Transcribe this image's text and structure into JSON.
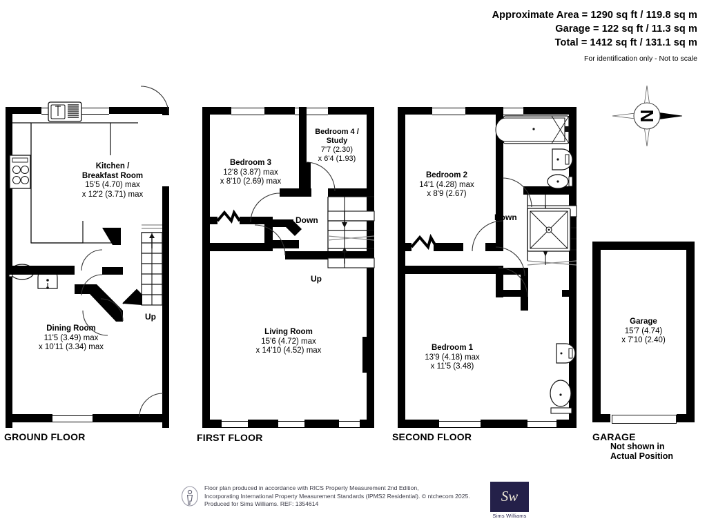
{
  "header": {
    "approx_area": "Approximate Area = 1290 sq ft / 119.8 sq m",
    "garage_area": "Garage = 122 sq ft / 11.3 sq m",
    "total_area": "Total = 1412 sq ft / 131.1 sq m",
    "disclaimer": "For identification only - Not to scale"
  },
  "compass": {
    "label": "N"
  },
  "floors": [
    {
      "id": "ground",
      "label": "GROUND FLOOR",
      "rooms": [
        {
          "name": "Kitchen /",
          "name2": "Breakfast Room",
          "dim1": "15'5 (4.70) max",
          "dim2": "x 12'2 (3.71) max"
        },
        {
          "name": "Dining Room",
          "dim1": "11'5 (3.49) max",
          "dim2": "x 10'11 (3.34) max"
        }
      ],
      "stairs": [
        {
          "direction": "Up"
        }
      ]
    },
    {
      "id": "first",
      "label": "FIRST FLOOR",
      "rooms": [
        {
          "name": "Bedroom 3",
          "dim1": "12'8 (3.87) max",
          "dim2": "x 8'10 (2.69) max"
        },
        {
          "name": "Bedroom 4 /",
          "name2": "Study",
          "dim1": "7'7 (2.30)",
          "dim2": "x 6'4 (1.93)"
        },
        {
          "name": "Living Room",
          "dim1": "15'6 (4.72) max",
          "dim2": "x 14'10 (4.52) max"
        }
      ],
      "stairs": [
        {
          "direction": "Down"
        },
        {
          "direction": "Up"
        }
      ]
    },
    {
      "id": "second",
      "label": "SECOND FLOOR",
      "rooms": [
        {
          "name": "Bedroom 2",
          "dim1": "14'1 (4.28) max",
          "dim2": "x 8'9 (2.67)"
        },
        {
          "name": "Bedroom 1",
          "dim1": "13'9 (4.18) max",
          "dim2": "x 11'5 (3.48)"
        }
      ],
      "stairs": [
        {
          "direction": "Down"
        }
      ]
    },
    {
      "id": "garage",
      "label": "GARAGE",
      "sublabel_line1": "Not shown in",
      "sublabel_line2": "Actual Position",
      "rooms": [
        {
          "name": "Garage",
          "dim1": "15'7 (4.74)",
          "dim2": "x 7'10 (2.40)"
        }
      ]
    }
  ],
  "footer": {
    "line1": "Floor plan produced in accordance with RICS Property Measurement 2nd Edition,",
    "line2": "Incorporating International Property Measurement Standards (IPMS2 Residential).    © ntchecom 2025.",
    "line3": "Produced for Sims Williams.    REF: 1354614",
    "logo_mark": "Sw",
    "logo_caption": "Sims Williams"
  },
  "colors": {
    "wall": "#000000",
    "background": "#ffffff",
    "logo_navy": "#242049",
    "footer_text": "#3a3a46"
  }
}
